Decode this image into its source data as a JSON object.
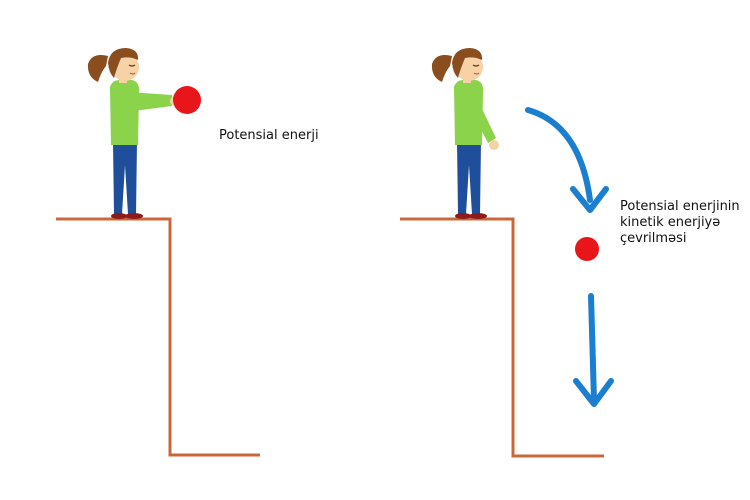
{
  "labels": {
    "potential": "Potensial enerji",
    "conversion_lines": [
      "Potensial enerjinin",
      "kinetik enerjiyə",
      "çevrilməsi"
    ]
  },
  "colors": {
    "ledge": "#C8683A",
    "ball": "#E8161B",
    "ball_outline": "#B31016",
    "arrow": "#1A7FD0",
    "shirt": "#8CD34C",
    "shirt_shade": "#6FB53A",
    "pants": "#1F4E9A",
    "hair": "#8A4D1E",
    "skin": "#F6D2A6",
    "shoe": "#8E1B1B"
  },
  "icons": [
    "girl-figure",
    "ball",
    "down-arrow",
    "curved-arrow"
  ]
}
